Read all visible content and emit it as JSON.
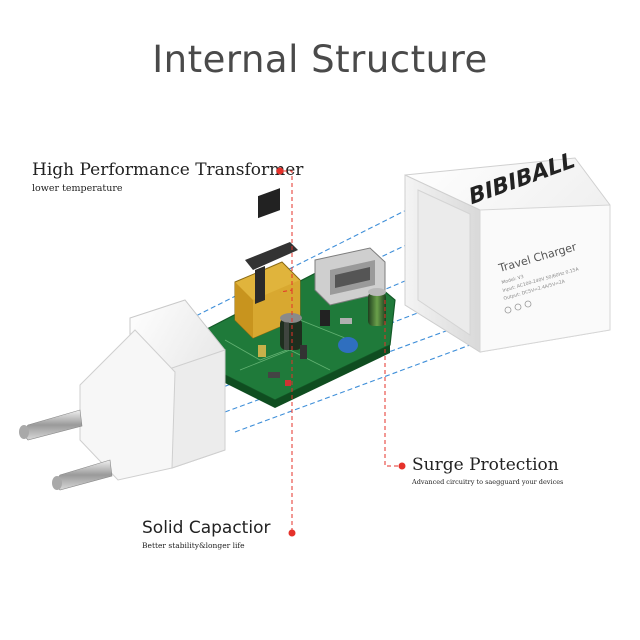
{
  "title": "Internal Structure",
  "callouts": {
    "transformer": {
      "heading": "High Performance Transformer",
      "sub": "lower temperature"
    },
    "surge": {
      "heading": "Surge Protection",
      "sub": "Advanced circuitry to saegguard your devices"
    },
    "capacitor": {
      "heading": "Solid Capactior",
      "sub": "Better stability&longer life"
    }
  },
  "case": {
    "brand": "BIBIBALL",
    "product": "Travel Charger",
    "spec_lines": [
      "Model: V3",
      "Input: AC100-240V 50/60Hz 0.15A",
      "Output: DC5V=2.4A/5V=2A"
    ]
  },
  "colors": {
    "leader": "#e5312a",
    "guide": "#3f8fd9",
    "pcb": "#1f7a3a"
  }
}
